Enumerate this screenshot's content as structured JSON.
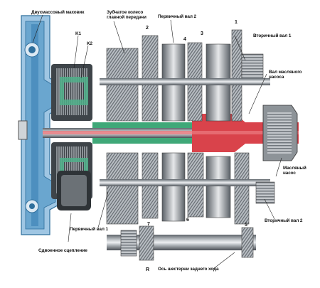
{
  "labels": {
    "dual_mass_flywheel": "Двухмассовый маховик",
    "main_drive_gear": "Зубчатое колесо главной передачи",
    "input_shaft_2": "Первичный вал 2",
    "output_shaft_1": "Вторичный вал 1",
    "oil_pump_shaft": "Вал масляного насоса",
    "oil_pump": "Масляный насос",
    "output_shaft_2": "Вторичный вал 2",
    "input_shaft_1": "Первичный вал 1",
    "dual_clutch": "Сдвоенное сцепление",
    "reverse_gear_axle": "Ось шестерни заднего хода",
    "k1": "K1",
    "k2": "K2"
  },
  "gear_numbers": {
    "g2": "2",
    "g4": "4",
    "g3": "3",
    "g1": "1",
    "g7": "7",
    "g6": "6",
    "g5": "5",
    "gr": "R"
  },
  "colors": {
    "housing_blue": "#6aa6cf",
    "steel": "#9aa0a6",
    "steel_dark": "#555b61",
    "clutch_green": "#4fb08a",
    "shaft_red": "#d9434b",
    "shaft_green": "#3fa878"
  }
}
